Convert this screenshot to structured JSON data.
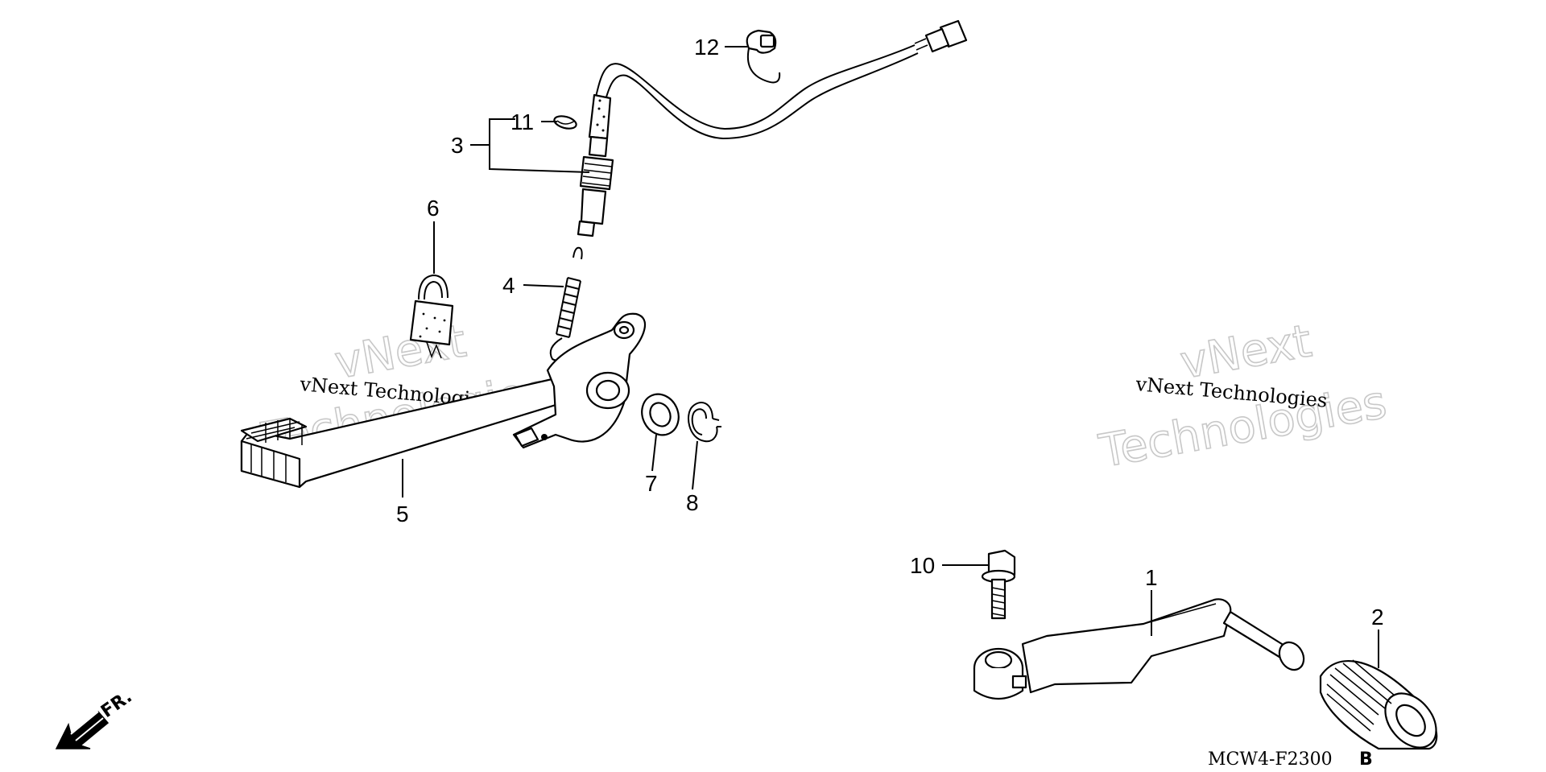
{
  "diagram": {
    "callouts": {
      "p1": "1",
      "p2": "2",
      "p3": "3",
      "p4": "4",
      "p5": "5",
      "p6": "6",
      "p7": "7",
      "p8": "8",
      "p10": "10",
      "p11": "11",
      "p12": "12"
    },
    "watermark": {
      "left_small": "vNext Technologies",
      "left_big_1": "vNext",
      "left_big_2": "Technologies",
      "right_small": "vNext Technologies",
      "right_big_1": "vNext",
      "right_big_2": "Technologies"
    },
    "front_marker": "FR.",
    "diagram_code": "MCW4-F2300",
    "diagram_code_suffix": "B",
    "colors": {
      "line": "#000000",
      "background": "#ffffff",
      "watermark_outline": "#c8c8c8"
    }
  }
}
